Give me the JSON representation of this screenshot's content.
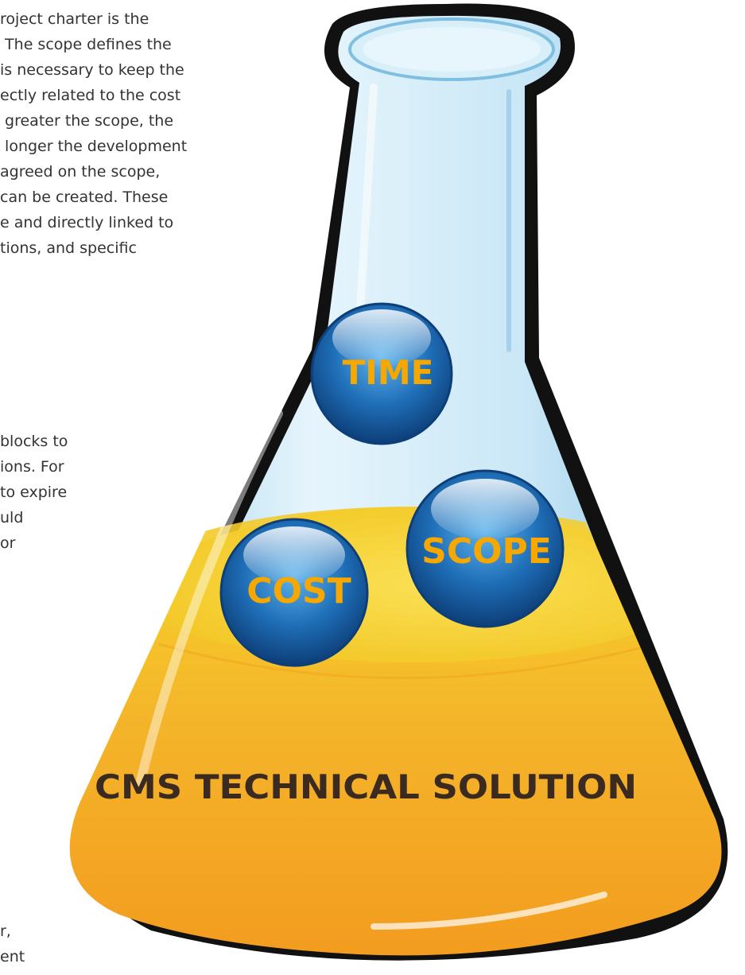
{
  "text": {
    "intro_lines": [
      "roject charter is the",
      " The scope defines the",
      "is necessary to keep the",
      "ectly related to the cost",
      " greater the scope, the",
      " longer the development",
      "agreed on the scope,",
      "can be created. These",
      "e and directly linked to",
      "tions, and specific"
    ],
    "para2_lines": [
      "blocks to",
      "ions. For",
      "to expire",
      "uld",
      "or"
    ],
    "bottom_lines": [
      "r,",
      "ent"
    ]
  },
  "diagram": {
    "spheres": [
      {
        "label": "TIME"
      },
      {
        "label": "SCOPE"
      },
      {
        "label": "COST"
      }
    ],
    "solution_label": "CMS TECHNICAL SOLUTION"
  },
  "colors": {
    "sphere_text": "#f6a800",
    "solution_text": "#3a2a20",
    "liquid_top": "#f5d020",
    "liquid_bottom": "#f39a1e",
    "glass": "#cfe9f7",
    "outline": "#111111"
  }
}
